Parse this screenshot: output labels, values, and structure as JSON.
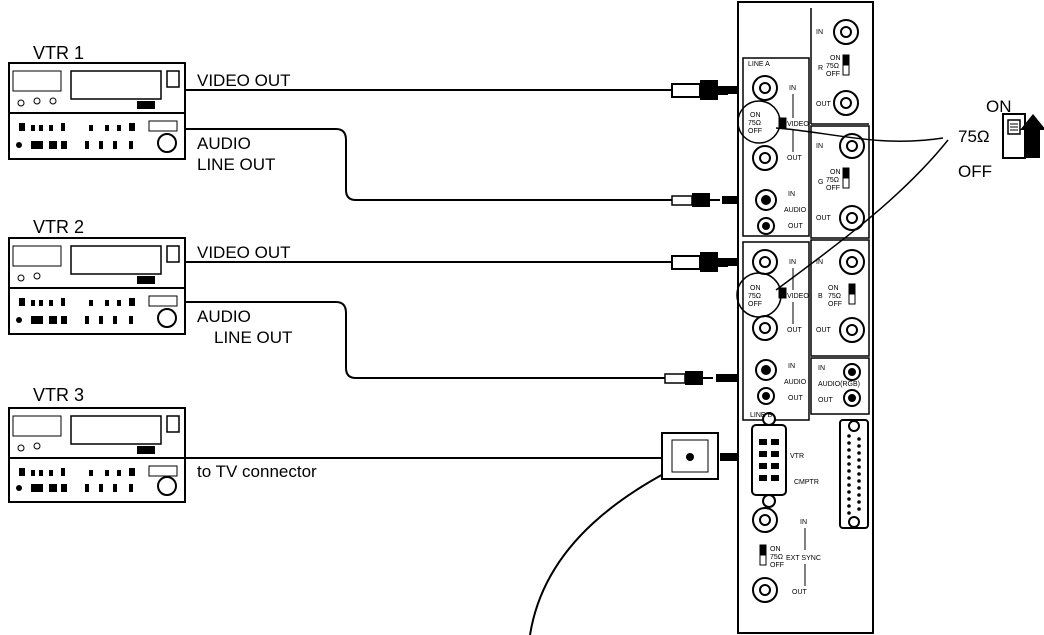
{
  "vtrs": [
    {
      "label": "VTR 1",
      "video_out": "VIDEO OUT",
      "audio_out_line1": "AUDIO",
      "audio_out_line2": "LINE OUT"
    },
    {
      "label": "VTR 2",
      "video_out": "VIDEO OUT",
      "audio_out_line1": "AUDIO",
      "audio_out_line2": "LINE OUT"
    },
    {
      "label": "VTR 3",
      "tv_connector": "to TV connector"
    }
  ],
  "panel": {
    "line_a": "LINE A",
    "line_b": "LINE B",
    "in": "IN",
    "out": "OUT",
    "video": "VIDEO",
    "audio": "AUDIO",
    "audio_rgb": "AUDIO(RGB)",
    "r": "R",
    "g": "G",
    "b": "B",
    "switch_on": "ON",
    "switch_75": "75Ω",
    "switch_off": "OFF",
    "vtr": "VTR",
    "cmptr": "CMPTR",
    "ext_sync": "EXT SYNC"
  },
  "switch_detail": {
    "on": "ON",
    "ohm": "75Ω",
    "off": "OFF"
  }
}
